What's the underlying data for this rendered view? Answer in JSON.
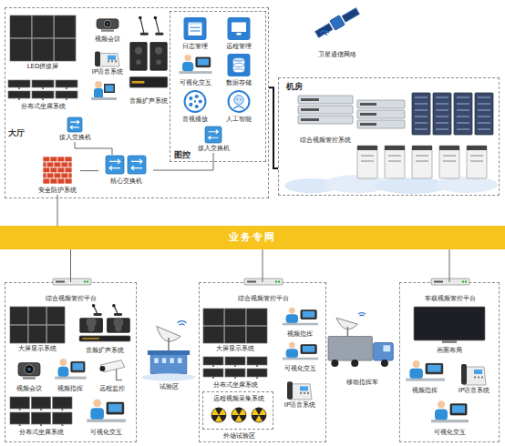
{
  "diagram": {
    "nodes": [
      {
        "text": [
          "大厅"
        ]
      },
      {
        "text": [
          "LED拼接屏"
        ],
        "in": 0
      },
      {
        "text": [
          "视频会议"
        ],
        "in": 0
      },
      {
        "text": [
          "IP语音系统"
        ],
        "in": 0
      },
      {
        "text": [
          "音频扩声系统"
        ],
        "in": 0
      },
      {
        "text": [
          "分布式坐席系统"
        ],
        "in": 0
      },
      {
        "text": [
          "接入交换机"
        ],
        "in": 0
      },
      {
        "text": [
          "图控"
        ],
        "in": 0
      },
      {
        "text": [
          "日志管理"
        ],
        "in": 7
      },
      {
        "text": [
          "远程管理"
        ],
        "in": 7
      },
      {
        "text": [
          "可视化交互"
        ],
        "in": 7
      },
      {
        "text": [
          "数据存储"
        ],
        "in": 7
      },
      {
        "text": [
          "音视播放"
        ],
        "in": 7
      },
      {
        "text": [
          "人工智能"
        ],
        "in": 7
      },
      {
        "text": [
          "接入交换机"
        ],
        "in": 7
      },
      {
        "text": [
          "核心交换机"
        ],
        "in": 0
      },
      {
        "text": [
          "安全防护系统"
        ],
        "in": 0
      },
      {
        "text": [
          "卫星通信网络"
        ]
      },
      {
        "text": [
          "机房"
        ]
      },
      {
        "text": [
          "综合视频管控系统"
        ],
        "in": 18
      },
      {
        "text": [
          "业务专网"
        ]
      },
      {
        "text": [
          "综合视频管控平台"
        ]
      },
      {
        "text": [
          "大屏显示系统"
        ],
        "in": 21
      },
      {
        "text": [
          "音频扩声系统"
        ],
        "in": 21
      },
      {
        "text": [
          "视频会议"
        ],
        "in": 21
      },
      {
        "text": [
          "视频指挥"
        ],
        "in": 21
      },
      {
        "text": [
          "远程监控"
        ],
        "in": 21
      },
      {
        "text": [
          "分布式坐席系统"
        ],
        "in": 21
      },
      {
        "text": [
          "可视化交互"
        ],
        "in": 21
      },
      {
        "text": [
          "试验区"
        ]
      },
      {
        "text": [
          "综合视频管控平台"
        ]
      },
      {
        "text": [
          "大屏显示系统"
        ],
        "in": 30
      },
      {
        "text": [
          "视频指挥"
        ],
        "in": 30
      },
      {
        "text": [
          "可视化交互"
        ],
        "in": 30
      },
      {
        "text": [
          "分布式坐席系统"
        ],
        "in": 30
      },
      {
        "text": [
          "远程视频采集系统",
          "外场试验区"
        ],
        "in": 30
      },
      {
        "text": [
          "IP语音系统"
        ],
        "in": 30
      },
      {
        "text": [
          "移动指挥车"
        ]
      },
      {
        "text": [
          "车载视频管控平台"
        ]
      },
      {
        "text": [
          "画面布局"
        ],
        "in": 38
      },
      {
        "text": [
          "视频指挥"
        ],
        "in": 38
      },
      {
        "text": [
          "IP语音系统"
        ],
        "in": 38
      },
      {
        "text": [
          "可视化交互"
        ],
        "in": 38
      }
    ],
    "edges": [
      {
        "from": 16,
        "to": 15,
        "arrow": "none"
      },
      {
        "from": 15,
        "to": 6,
        "arrow": "none"
      },
      {
        "from": 15,
        "to": 14,
        "arrow": "none"
      },
      {
        "from": 0,
        "to": 18,
        "arrow": "none"
      },
      {
        "from": 16,
        "to": 20,
        "arrow": "none"
      },
      {
        "from": 20,
        "to": 21,
        "arrow": "none"
      },
      {
        "from": 20,
        "to": 30,
        "arrow": "none"
      },
      {
        "from": 20,
        "to": 38,
        "arrow": "none"
      }
    ]
  }
}
